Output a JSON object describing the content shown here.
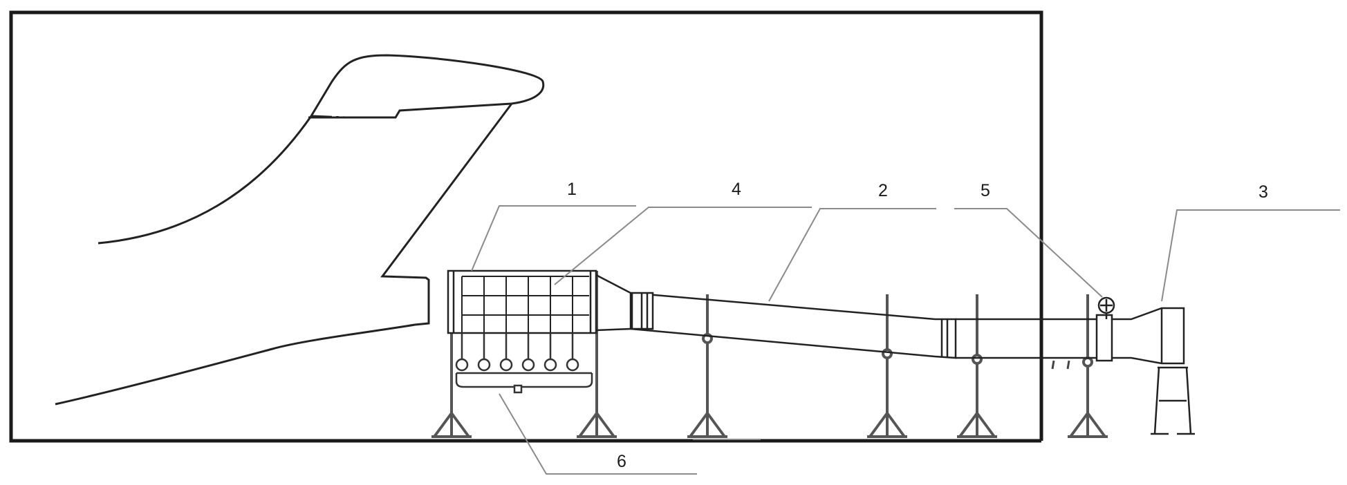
{
  "diagram": {
    "reference_numerals": {
      "test_section": "1",
      "honeycomb_grid": "4",
      "diffuser_duct": "2",
      "fan_motor": "5",
      "fan_unit": "3",
      "support_frame": "6"
    },
    "colors": {
      "line": "#222222",
      "leader": "#8a8a8a",
      "stand": "#555555",
      "background": "#ffffff"
    }
  }
}
